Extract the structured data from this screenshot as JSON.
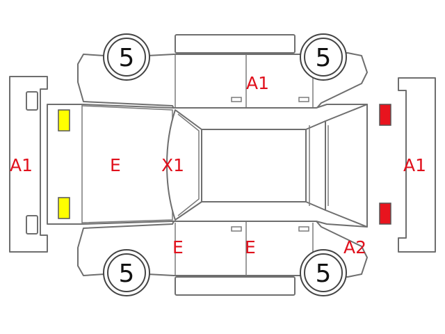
{
  "tire_depths": {
    "front_left": "5",
    "front_right": "5",
    "rear_left": "5",
    "rear_right": "5"
  },
  "damage_codes": {
    "front_bumper": "A1",
    "rear_bumper": "A1",
    "right_side_panel": "A1",
    "hood": "E",
    "windshield": "X1",
    "left_front_door": "E",
    "left_rear_door": "E",
    "left_rear_fender": "A2"
  },
  "light_colors": {
    "headlights": "#ffff00",
    "taillights": "#e8141e"
  }
}
